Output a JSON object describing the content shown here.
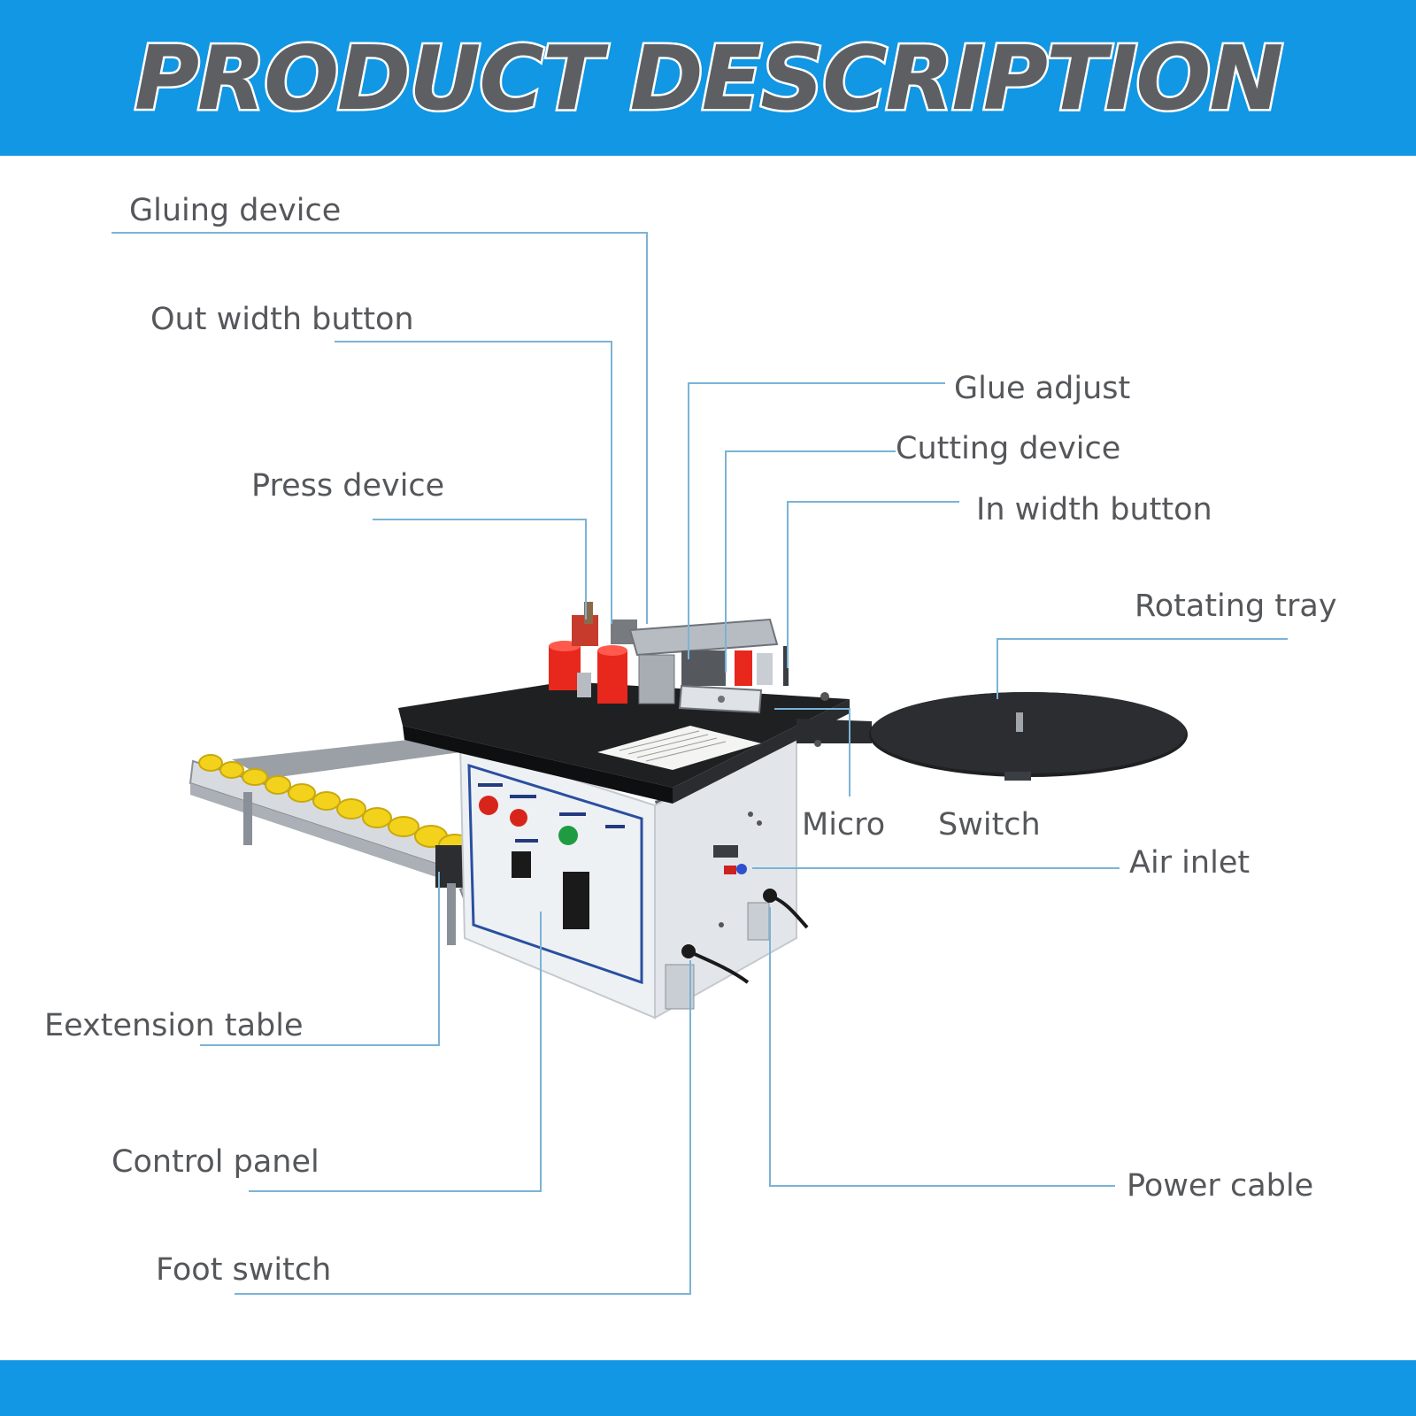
{
  "header": {
    "title": "PRODUCT DESCRIPTION"
  },
  "colors": {
    "band": "#1197e3",
    "leader_line": "#7bb3d6",
    "label_text": "#55575b",
    "title_text": "#5d5f63"
  },
  "callouts": {
    "gluing_device": "Gluing device",
    "out_width_button": "Out width button",
    "press_device": "Press device",
    "glue_adjust": "Glue adjust",
    "cutting_device": "Cutting device",
    "in_width_button": "In width button",
    "rotating_tray": "Rotating tray",
    "micro": "Micro",
    "switch": "Switch",
    "air_inlet": "Air inlet",
    "extension_table": "Eextension table",
    "control_panel": "Control panel",
    "foot_switch": "Foot switch",
    "power_cable": "Power cable"
  }
}
